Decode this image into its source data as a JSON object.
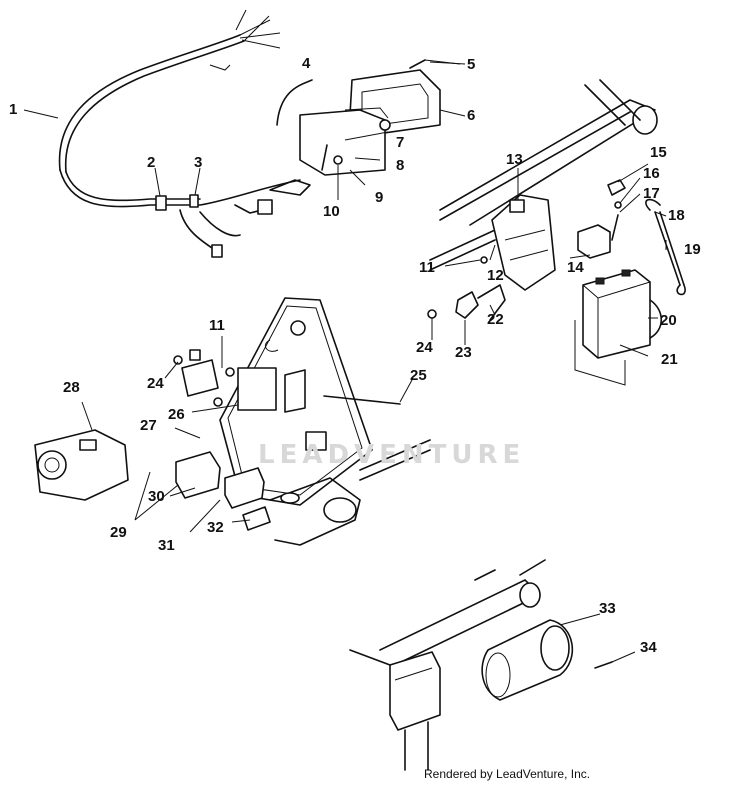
{
  "diagram": {
    "callouts": [
      "1",
      "2",
      "3",
      "4",
      "5",
      "6",
      "7",
      "8",
      "9",
      "10",
      "11",
      "12",
      "13",
      "14",
      "15",
      "16",
      "17",
      "18",
      "19",
      "20",
      "21",
      "22",
      "23",
      "24",
      "25",
      "26",
      "27",
      "28",
      "29",
      "30",
      "31",
      "32",
      "33",
      "34"
    ],
    "callout_11_second": "11",
    "callout_24_second": "24",
    "watermark": "LEADVENTURE",
    "credit": "Rendered by LeadVenture, Inc."
  }
}
